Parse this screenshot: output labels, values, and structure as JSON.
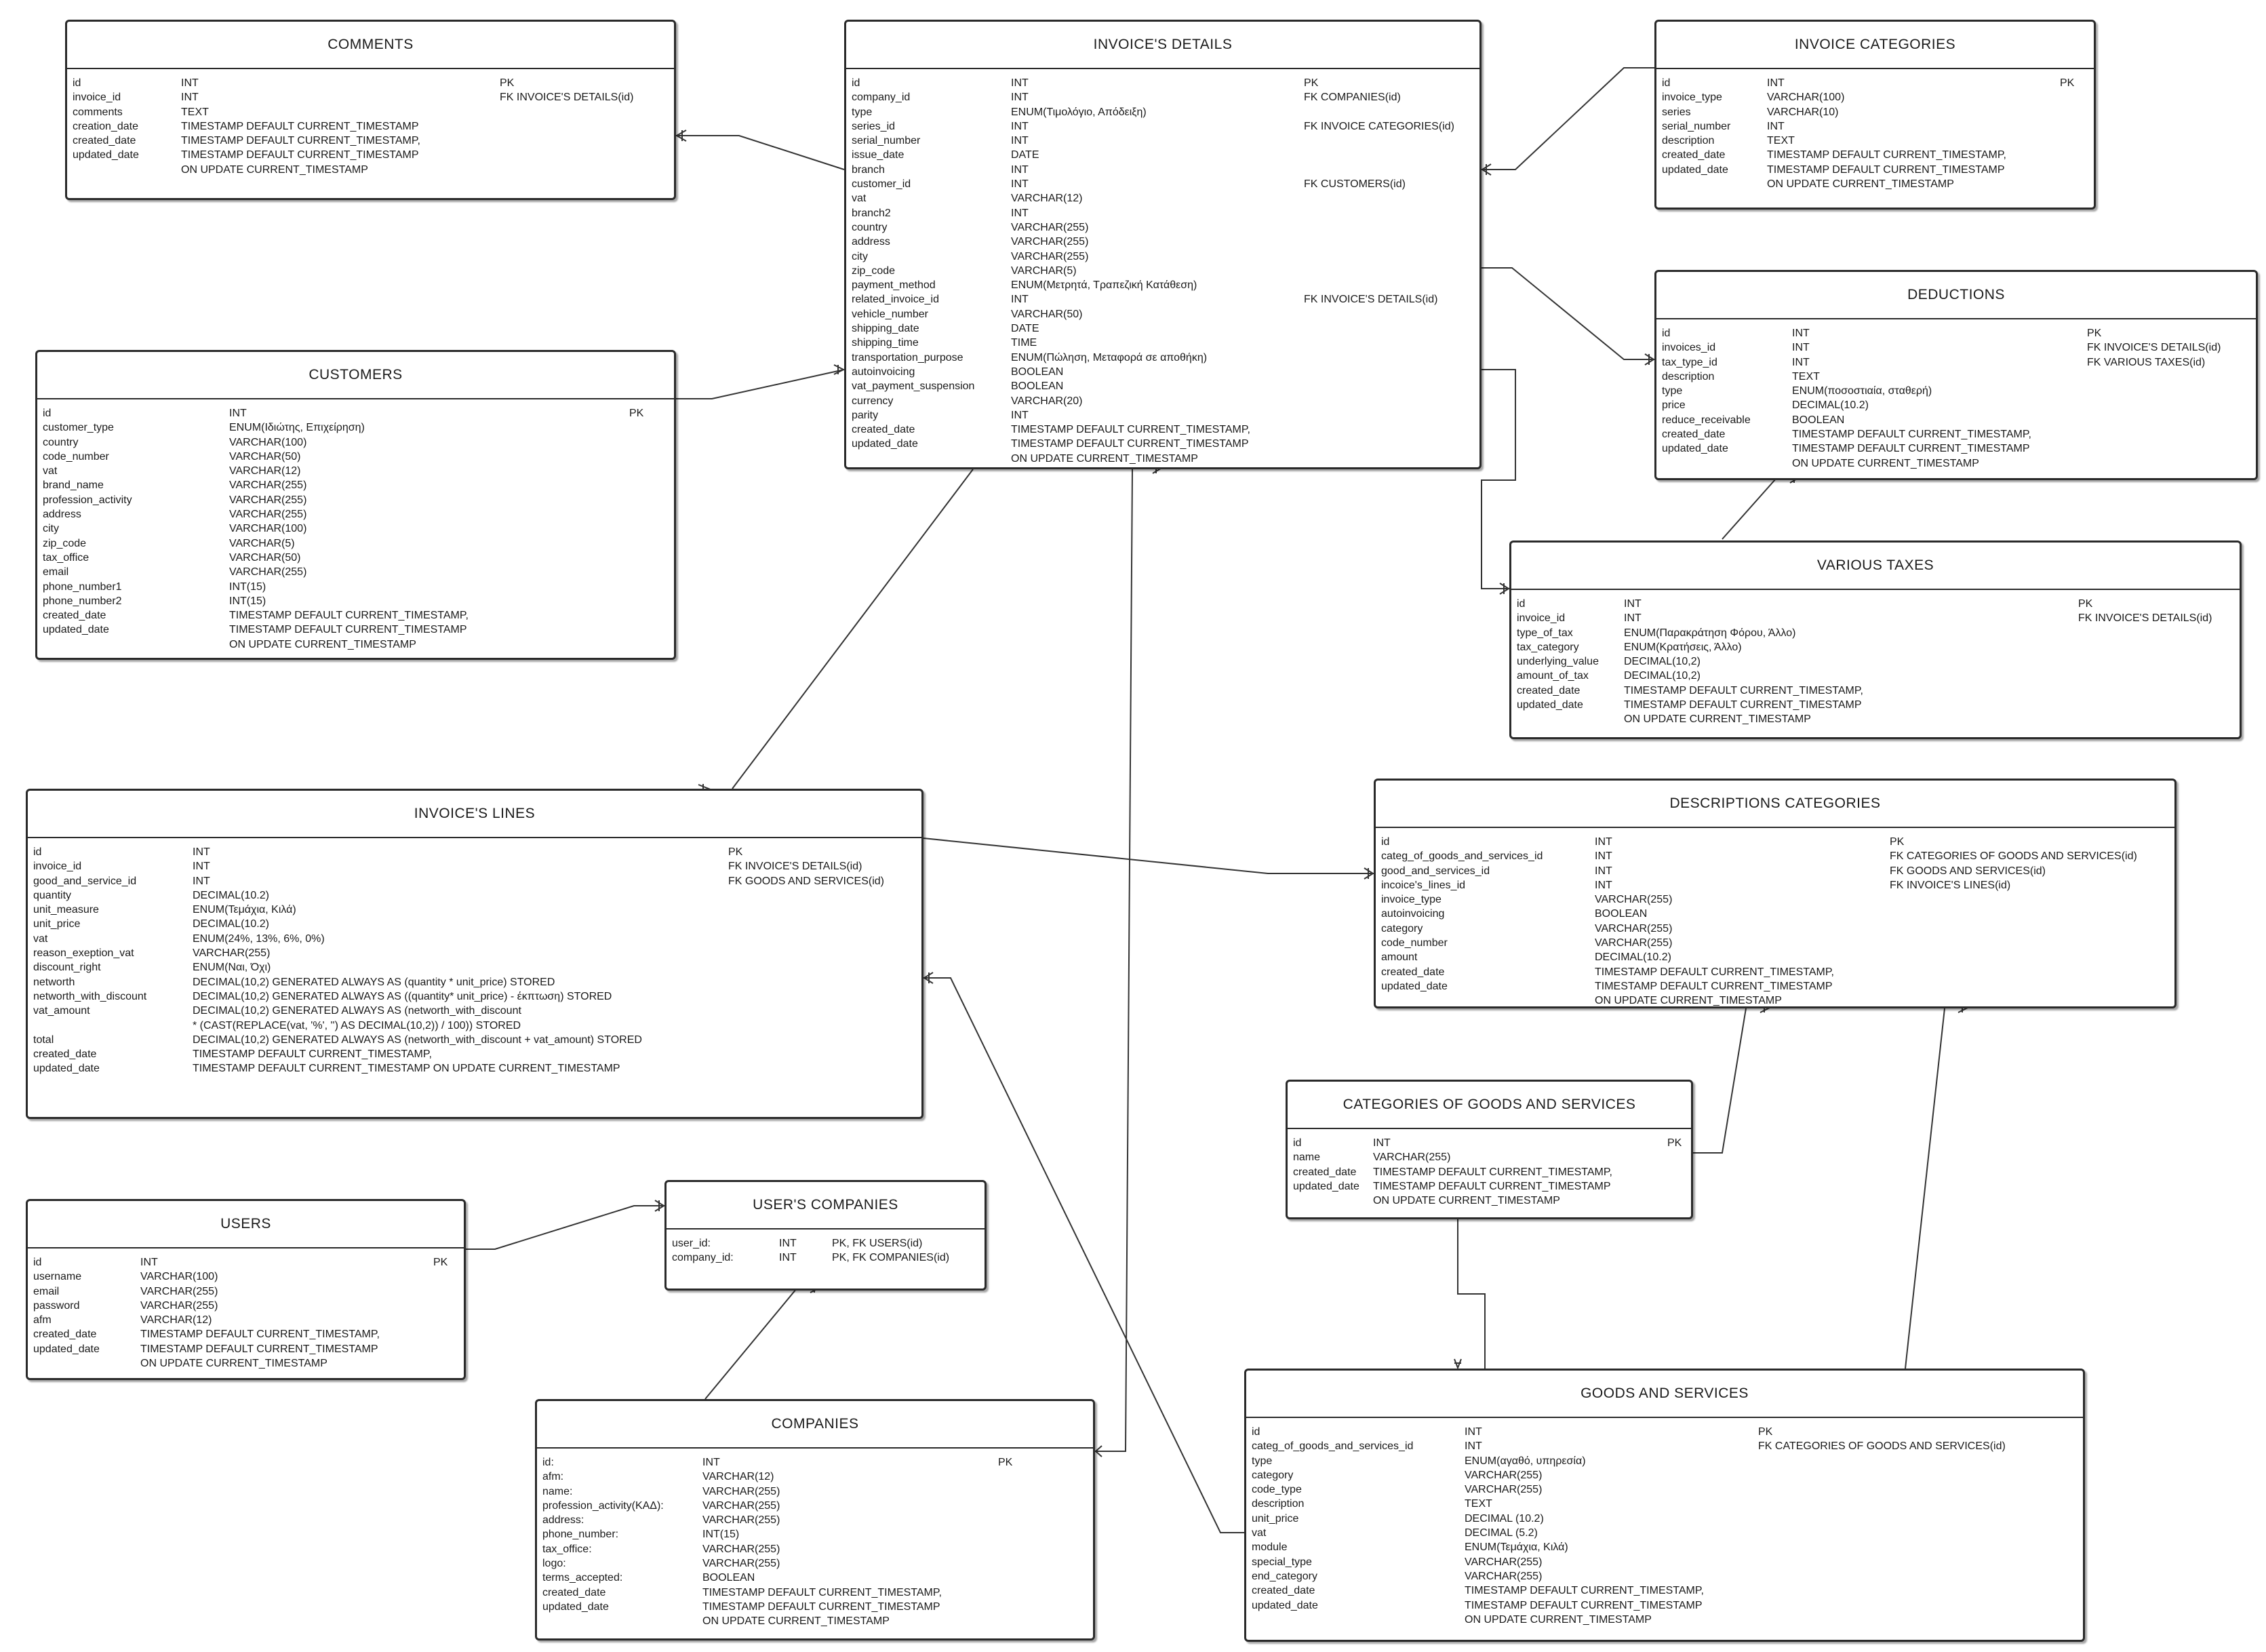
{
  "tables": [
    {
      "key": "comments",
      "title": "COMMENTS",
      "rows": [
        [
          "id",
          "INT",
          "PK"
        ],
        [
          "invoice_id",
          "INT",
          "FK INVOICE'S DETAILS(id)"
        ],
        [
          "comments",
          "TEXT",
          ""
        ],
        [
          "creation_date",
          "TIMESTAMP DEFAULT CURRENT_TIMESTAMP",
          ""
        ],
        [
          "created_date",
          "TIMESTAMP DEFAULT CURRENT_TIMESTAMP,",
          ""
        ],
        [
          "updated_date",
          "TIMESTAMP DEFAULT CURRENT_TIMESTAMP",
          ""
        ],
        [
          "",
          "ON UPDATE CURRENT_TIMESTAMP",
          ""
        ]
      ]
    },
    {
      "key": "invoice_details",
      "title": "INVOICE'S DETAILS",
      "rows": [
        [
          "id",
          "INT",
          "PK"
        ],
        [
          "company_id",
          "INT",
          "FK COMPANIES(id)"
        ],
        [
          "type",
          "ENUM(Τιμολόγιο, Απόδειξη)",
          ""
        ],
        [
          "series_id",
          "INT",
          "FK INVOICE CATEGORIES(id)"
        ],
        [
          "serial_number",
          "INT",
          ""
        ],
        [
          "issue_date",
          "DATE",
          ""
        ],
        [
          "branch",
          "INT",
          ""
        ],
        [
          "customer_id",
          "INT",
          "FK CUSTOMERS(id)"
        ],
        [
          "vat",
          "VARCHAR(12)",
          ""
        ],
        [
          "branch2",
          "INT",
          ""
        ],
        [
          "country",
          "VARCHAR(255)",
          ""
        ],
        [
          "address",
          "VARCHAR(255)",
          ""
        ],
        [
          "city",
          "VARCHAR(255)",
          ""
        ],
        [
          "zip_code",
          "VARCHAR(5)",
          ""
        ],
        [
          "payment_method",
          "ENUM(Μετρητά, Τραπεζική Κατάθεση)",
          ""
        ],
        [
          "related_invoice_id",
          "INT",
          "FK INVOICE'S DETAILS(id)"
        ],
        [
          "vehicle_number",
          "VARCHAR(50)",
          ""
        ],
        [
          "shipping_date",
          "DATE",
          ""
        ],
        [
          "shipping_time",
          "TIME",
          ""
        ],
        [
          "transportation_purpose",
          "ENUM(Πώληση, Μεταφορά σε αποθήκη)",
          ""
        ],
        [
          "autoinvoicing",
          "BOOLEAN",
          ""
        ],
        [
          "vat_payment_suspension",
          "BOOLEAN",
          ""
        ],
        [
          "currency",
          "VARCHAR(20)",
          ""
        ],
        [
          "parity",
          "INT",
          ""
        ],
        [
          "created_date",
          "TIMESTAMP DEFAULT CURRENT_TIMESTAMP,",
          ""
        ],
        [
          "updated_date",
          "TIMESTAMP DEFAULT CURRENT_TIMESTAMP",
          ""
        ],
        [
          "",
          "ON UPDATE CURRENT_TIMESTAMP",
          ""
        ]
      ]
    },
    {
      "key": "invoice_categories",
      "title": "INVOICE CATEGORIES",
      "rows": [
        [
          "id",
          "INT",
          "PK"
        ],
        [
          "invoice_type",
          "VARCHAR(100)",
          ""
        ],
        [
          "series",
          "VARCHAR(10)",
          ""
        ],
        [
          "serial_number",
          "INT",
          ""
        ],
        [
          "description",
          "TEXT",
          ""
        ],
        [
          "created_date",
          "TIMESTAMP DEFAULT CURRENT_TIMESTAMP,",
          ""
        ],
        [
          "updated_date",
          "TIMESTAMP DEFAULT CURRENT_TIMESTAMP",
          ""
        ],
        [
          "",
          "ON UPDATE CURRENT_TIMESTAMP",
          ""
        ]
      ]
    },
    {
      "key": "customers",
      "title": "CUSTOMERS",
      "rows": [
        [
          "id",
          "INT",
          "PK"
        ],
        [
          "customer_type",
          "ENUM(Ιδιώτης, Επιχείρηση)",
          ""
        ],
        [
          "country",
          "VARCHAR(100)",
          ""
        ],
        [
          "code_number",
          "VARCHAR(50)",
          ""
        ],
        [
          "vat",
          "VARCHAR(12)",
          ""
        ],
        [
          "brand_name",
          "VARCHAR(255)",
          ""
        ],
        [
          "profession_activity",
          "VARCHAR(255)",
          ""
        ],
        [
          "address",
          "VARCHAR(255)",
          ""
        ],
        [
          "city",
          "VARCHAR(100)",
          ""
        ],
        [
          "zip_code",
          "VARCHAR(5)",
          ""
        ],
        [
          "tax_office",
          "VARCHAR(50)",
          ""
        ],
        [
          "email",
          "VARCHAR(255)",
          ""
        ],
        [
          "phone_number1",
          "INT(15)",
          ""
        ],
        [
          "phone_number2",
          "INT(15)",
          ""
        ],
        [
          "created_date",
          "TIMESTAMP DEFAULT CURRENT_TIMESTAMP,",
          ""
        ],
        [
          "updated_date",
          "TIMESTAMP DEFAULT CURRENT_TIMESTAMP",
          ""
        ],
        [
          "",
          "ON UPDATE CURRENT_TIMESTAMP",
          ""
        ]
      ]
    },
    {
      "key": "deductions",
      "title": "DEDUCTIONS",
      "rows": [
        [
          "id",
          "INT",
          "PK"
        ],
        [
          "invoices_id",
          "INT",
          "FK INVOICE'S DETAILS(id)"
        ],
        [
          "tax_type_id",
          "INT",
          "FK VARIOUS TAXES(id)"
        ],
        [
          "description",
          "TEXT",
          ""
        ],
        [
          "type",
          "ENUM(ποσοστιαία, σταθερή)",
          ""
        ],
        [
          "price",
          "DECIMAL(10.2)",
          ""
        ],
        [
          "reduce_receivable",
          "BOOLEAN",
          ""
        ],
        [
          "created_date",
          "TIMESTAMP DEFAULT CURRENT_TIMESTAMP,",
          ""
        ],
        [
          "updated_date",
          "TIMESTAMP DEFAULT CURRENT_TIMESTAMP",
          ""
        ],
        [
          "",
          "ON UPDATE CURRENT_TIMESTAMP",
          ""
        ]
      ]
    },
    {
      "key": "various_taxes",
      "title": "VARIOUS TAXES",
      "rows": [
        [
          "id",
          "INT",
          "PK"
        ],
        [
          "invoice_id",
          "INT",
          "FK INVOICE'S DETAILS(id)"
        ],
        [
          "type_of_tax",
          "ENUM(Παρακράτηση Φόρου, Άλλο)",
          ""
        ],
        [
          "tax_category",
          "ENUM(Κρατήσεις, Άλλο)",
          ""
        ],
        [
          "underlying_value",
          "DECIMAL(10,2)",
          ""
        ],
        [
          "amount_of_tax",
          "DECIMAL(10,2)",
          ""
        ],
        [
          "created_date",
          "TIMESTAMP DEFAULT CURRENT_TIMESTAMP,",
          ""
        ],
        [
          "updated_date",
          "TIMESTAMP DEFAULT CURRENT_TIMESTAMP",
          ""
        ],
        [
          "",
          "ON UPDATE CURRENT_TIMESTAMP",
          ""
        ]
      ]
    },
    {
      "key": "invoice_lines",
      "title": "INVOICE'S LINES",
      "rows": [
        [
          "id",
          "INT",
          "PK"
        ],
        [
          "invoice_id",
          "INT",
          "FK INVOICE'S DETAILS(id)"
        ],
        [
          "good_and_service_id",
          "INT",
          "FK GOODS AND SERVICES(id)"
        ],
        [
          "quantity",
          "DECIMAL(10.2)",
          ""
        ],
        [
          "unit_measure",
          "ENUM(Τεμάχια, Κιλά)",
          ""
        ],
        [
          "unit_price",
          "DECIMAL(10.2)",
          ""
        ],
        [
          "vat",
          "ENUM(24%, 13%, 6%, 0%)",
          ""
        ],
        [
          "reason_exeption_vat",
          "VARCHAR(255)",
          ""
        ],
        [
          "discount_right",
          "ENUM(Ναι, Όχι)",
          ""
        ],
        [
          "networth",
          "DECIMAL(10,2) GENERATED ALWAYS AS (quantity * unit_price) STORED",
          ""
        ],
        [
          "networth_with_discount",
          "DECIMAL(10,2) GENERATED ALWAYS AS ((quantity* unit_price) - έκπτωση) STORED",
          ""
        ],
        [
          "vat_amount",
          "DECIMAL(10,2) GENERATED ALWAYS AS (networth_with_discount",
          ""
        ],
        [
          "",
          "* (CAST(REPLACE(vat, '%', '') AS DECIMAL(10,2)) / 100)) STORED",
          ""
        ],
        [
          "total",
          "DECIMAL(10,2) GENERATED ALWAYS AS (networth_with_discount + vat_amount) STORED",
          ""
        ],
        [
          "created_date",
          "TIMESTAMP DEFAULT CURRENT_TIMESTAMP,",
          ""
        ],
        [
          "updated_date",
          "TIMESTAMP DEFAULT CURRENT_TIMESTAMP ON UPDATE CURRENT_TIMESTAMP",
          ""
        ]
      ]
    },
    {
      "key": "descriptions_categories",
      "title": "DESCRIPTIONS CATEGORIES",
      "rows": [
        [
          "id",
          "INT",
          "PK"
        ],
        [
          "categ_of_goods_and_services_id",
          "INT",
          "FK CATEGORIES OF GOODS AND SERVICES(id)"
        ],
        [
          "good_and_services_id",
          "INT",
          "FK GOODS AND SERVICES(id)"
        ],
        [
          "incoice's_lines_id",
          "INT",
          "FK INVOICE'S LINES(id)"
        ],
        [
          "invoice_type",
          "VARCHAR(255)",
          ""
        ],
        [
          "autoinvoicing",
          "BOOLEAN",
          ""
        ],
        [
          "category",
          "VARCHAR(255)",
          ""
        ],
        [
          "code_number",
          "VARCHAR(255)",
          ""
        ],
        [
          "amount",
          "DECIMAL(10.2)",
          ""
        ],
        [
          "created_date",
          "TIMESTAMP DEFAULT CURRENT_TIMESTAMP,",
          ""
        ],
        [
          "updated_date",
          "TIMESTAMP DEFAULT CURRENT_TIMESTAMP",
          ""
        ],
        [
          "",
          "ON UPDATE CURRENT_TIMESTAMP",
          ""
        ]
      ]
    },
    {
      "key": "categories_goods_services",
      "title": "CATEGORIES OF GOODS AND SERVICES",
      "rows": [
        [
          "id",
          "INT",
          "PK"
        ],
        [
          "name",
          "VARCHAR(255)",
          ""
        ],
        [
          "created_date",
          "TIMESTAMP DEFAULT CURRENT_TIMESTAMP,",
          ""
        ],
        [
          "updated_date",
          "TIMESTAMP DEFAULT CURRENT_TIMESTAMP",
          ""
        ],
        [
          "",
          "ON UPDATE CURRENT_TIMESTAMP",
          ""
        ]
      ]
    },
    {
      "key": "users",
      "title": "USERS",
      "rows": [
        [
          "id",
          "INT",
          "PK"
        ],
        [
          "username",
          "VARCHAR(100)",
          ""
        ],
        [
          "email",
          "VARCHAR(255)",
          ""
        ],
        [
          "password",
          "VARCHAR(255)",
          ""
        ],
        [
          "afm",
          "VARCHAR(12)",
          ""
        ],
        [
          "created_date",
          "TIMESTAMP DEFAULT CURRENT_TIMESTAMP,",
          ""
        ],
        [
          "updated_date",
          "TIMESTAMP DEFAULT CURRENT_TIMESTAMP",
          ""
        ],
        [
          "",
          "ON UPDATE CURRENT_TIMESTAMP",
          ""
        ]
      ]
    },
    {
      "key": "user_companies",
      "title": "USER'S COMPANIES",
      "rows": [
        [
          "user_id:",
          "INT",
          "PK, FK USERS(id)"
        ],
        [
          "company_id:",
          "INT",
          "PK, FK COMPANIES(id)"
        ]
      ]
    },
    {
      "key": "companies",
      "title": "COMPANIES",
      "rows": [
        [
          "id:",
          "INT",
          "PK"
        ],
        [
          "afm:",
          "VARCHAR(12)",
          ""
        ],
        [
          "name:",
          "VARCHAR(255)",
          ""
        ],
        [
          "profession_activity(ΚΑΔ):",
          "VARCHAR(255)",
          ""
        ],
        [
          "address:",
          "VARCHAR(255)",
          ""
        ],
        [
          "phone_number:",
          "INT(15)",
          ""
        ],
        [
          "tax_office:",
          "VARCHAR(255)",
          ""
        ],
        [
          "logo:",
          "VARCHAR(255)",
          ""
        ],
        [
          "terms_accepted:",
          "BOOLEAN",
          ""
        ],
        [
          "created_date",
          "TIMESTAMP DEFAULT CURRENT_TIMESTAMP,",
          ""
        ],
        [
          "updated_date",
          "TIMESTAMP DEFAULT CURRENT_TIMESTAMP",
          ""
        ],
        [
          "",
          "ON UPDATE CURRENT_TIMESTAMP",
          ""
        ]
      ]
    },
    {
      "key": "goods_services",
      "title": "GOODS AND SERVICES",
      "rows": [
        [
          "id",
          "INT",
          "PK"
        ],
        [
          "categ_of_goods_and_services_id",
          "INT",
          "FK CATEGORIES OF GOODS AND SERVICES(id)"
        ],
        [
          "type",
          "ENUM(αγαθό, υπηρεσία)",
          ""
        ],
        [
          "category",
          "VARCHAR(255)",
          ""
        ],
        [
          "code_type",
          "VARCHAR(255)",
          ""
        ],
        [
          "description",
          "TEXT",
          ""
        ],
        [
          "unit_price",
          "DECIMAL (10.2)",
          ""
        ],
        [
          "vat",
          "DECIMAL (5.2)",
          ""
        ],
        [
          "module",
          "ENUM(Τεμάχια, Κιλά)",
          ""
        ],
        [
          "special_type",
          "VARCHAR(255)",
          ""
        ],
        [
          "end_category",
          "VARCHAR(255)",
          ""
        ],
        [
          "created_date",
          "TIMESTAMP DEFAULT CURRENT_TIMESTAMP,",
          ""
        ],
        [
          "updated_date",
          "TIMESTAMP DEFAULT CURRENT_TIMESTAMP",
          ""
        ],
        [
          "",
          "ON UPDATE CURRENT_TIMESTAMP",
          ""
        ]
      ]
    }
  ]
}
